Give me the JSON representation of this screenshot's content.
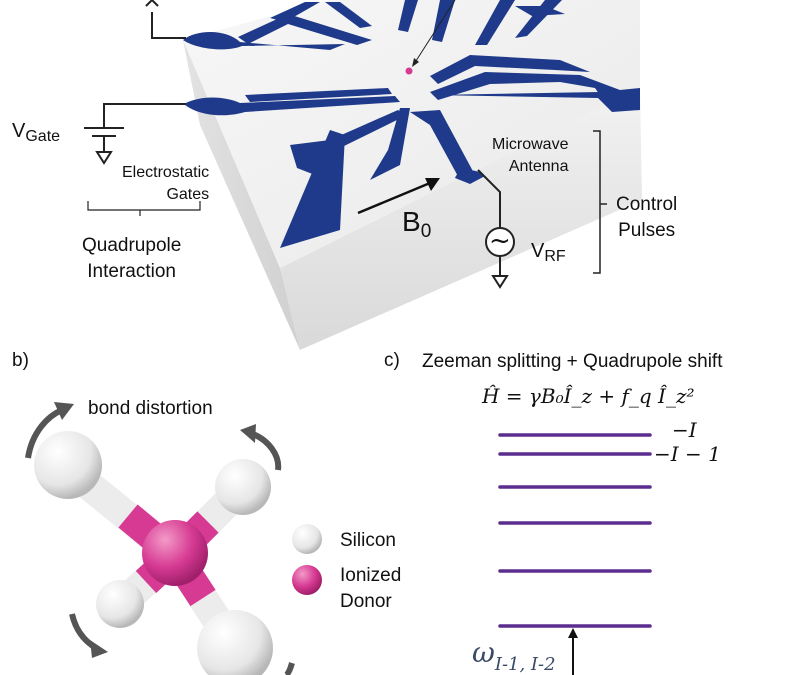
{
  "panel_a": {
    "v_gate_main": "V",
    "v_gate_sub": "Gate",
    "electrostatic_gates": [
      "Electrostatic",
      "Gates"
    ],
    "quadrupole_interaction": [
      "Quadrupole",
      "Interaction"
    ],
    "b0_main": "B",
    "b0_sub": "0",
    "microwave_antenna": [
      "Microwave",
      "Antenna"
    ],
    "v_rf_main": "V",
    "v_rf_sub": "RF",
    "control_pulses": [
      "Control",
      "Pulses"
    ],
    "ac_symbol": "~"
  },
  "panel_b": {
    "label": "b)",
    "bond_distortion": "bond distortion",
    "legend_silicon": "Silicon",
    "legend_donor": [
      "Ionized",
      "Donor"
    ]
  },
  "panel_c": {
    "label": "c)",
    "title": "Zeeman splitting + Quadrupole shift",
    "hamiltonian": "Ĥ = γB₀Î_z + f_q Î_z²",
    "level_top": "−I",
    "level_second": "−I − 1",
    "omega": "ω",
    "omega_sub": "I-1, I-2"
  },
  "colors": {
    "gate_blue": "#1f3a8a",
    "donor_magenta": "#d63a92",
    "energy_level_purple": "#5b2d8e",
    "arrow_gray": "#555555"
  }
}
